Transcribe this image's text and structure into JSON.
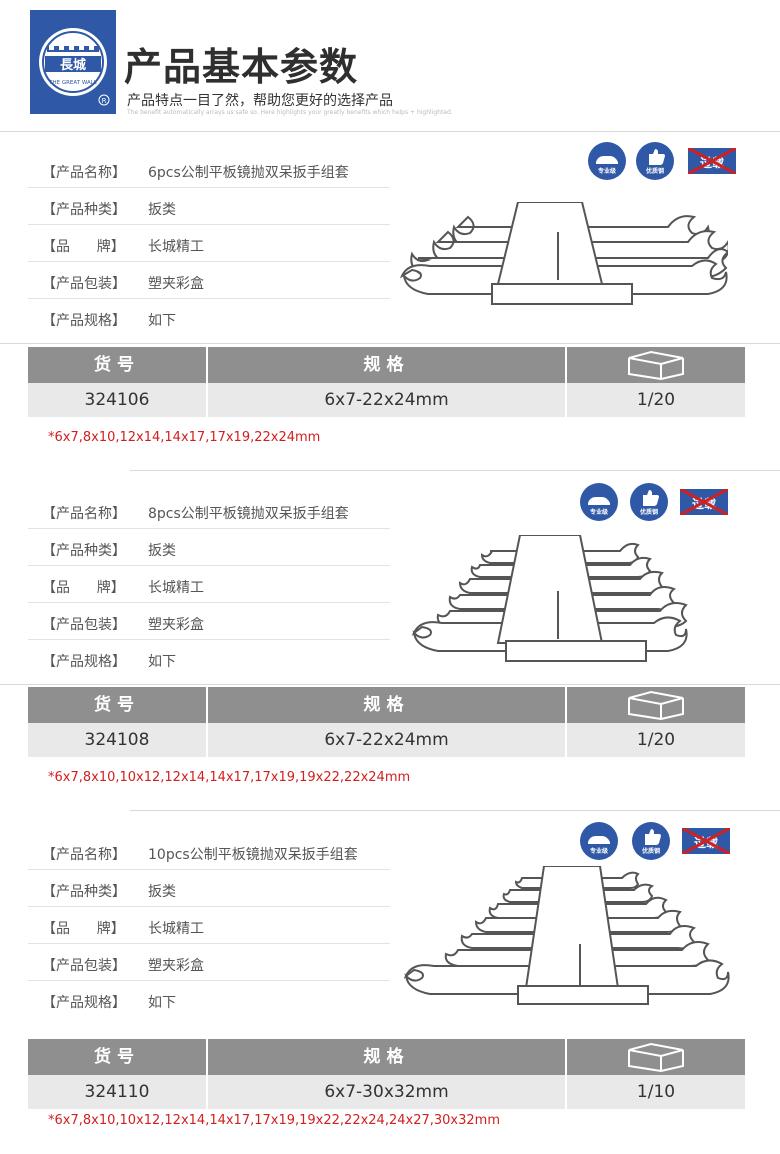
{
  "header": {
    "logo_text": "長城",
    "logo_subtext": "THE GREAT WALL",
    "title": "产品基本参数",
    "subtitle": "产品特点一目了然，帮助您更好的选择产品",
    "subtitle_small": "The benefit automatically arrays us safe so. Here highlights your greatly benefits which helps + highlighted."
  },
  "labels": {
    "name": "【产品名称】",
    "category": "【产品种类】",
    "brand": "【品      牌】",
    "package": "【产品包装】",
    "spec": "【产品规格】",
    "col_item": "货号",
    "col_spec": "规格",
    "badge_pro": "专业级",
    "badge_steel": "优质钢",
    "badge_overload": "过载"
  },
  "products": [
    {
      "name": "6pcs公制平板镜抛双呆扳手组套",
      "category": "扳类",
      "brand": "长城精工",
      "package": "塑夹彩盒",
      "spec": "如下",
      "item_no": "324106",
      "size_range": "6x7-22x24mm",
      "pack_qty": "1/20",
      "note": "*6x7,8x10,12x14,14x17,17x19,22x24mm"
    },
    {
      "name": "8pcs公制平板镜抛双呆扳手组套",
      "category": "扳类",
      "brand": "长城精工",
      "package": "塑夹彩盒",
      "spec": "如下",
      "item_no": "324108",
      "size_range": "6x7-22x24mm",
      "pack_qty": "1/20",
      "note": "*6x7,8x10,10x12,12x14,14x17,17x19,19x22,22x24mm"
    },
    {
      "name": "10pcs公制平板镜抛双呆扳手组套",
      "category": "扳类",
      "brand": "长城精工",
      "package": "塑夹彩盒",
      "spec": "如下",
      "item_no": "324110",
      "size_range": "6x7-30x32mm",
      "pack_qty": "1/10",
      "note": "*6x7,8x10,10x12,12x14,14x17,17x19,19x22,22x24,24x27,30x32mm"
    }
  ],
  "colors": {
    "badge_blue": "#2f58a6",
    "note_red": "#d21f1f",
    "table_header": "#8f8f8f",
    "table_row": "#e9e9e9"
  }
}
